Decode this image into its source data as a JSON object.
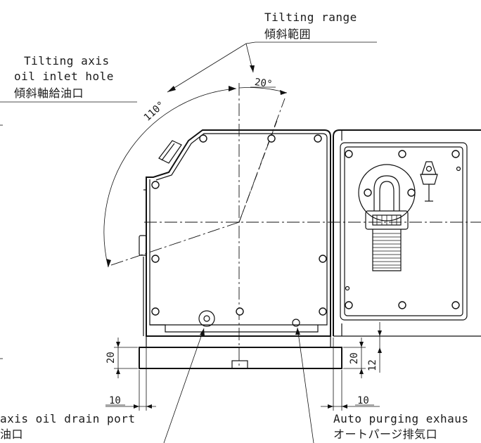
{
  "labels": {
    "tilting_range_en": "Tilting range",
    "tilting_range_jp": "傾斜範囲",
    "tilting_axis_en_1": "Tilting axis",
    "tilting_axis_en_2": "oil inlet hole",
    "tilting_axis_jp": "傾斜軸給油口",
    "drain_en": "axis oil drain port",
    "drain_jp": "油口",
    "purge_en": "Auto purging exhaus",
    "purge_jp": "オートパージ排気口"
  },
  "dimensions": {
    "angle_small": "20°",
    "angle_large": "110°",
    "left_height": "20",
    "right_height": "20",
    "right_offset": "12",
    "left_width": "10",
    "right_width": "10"
  },
  "colors": {
    "line": "#111111",
    "background": "#ffffff"
  }
}
